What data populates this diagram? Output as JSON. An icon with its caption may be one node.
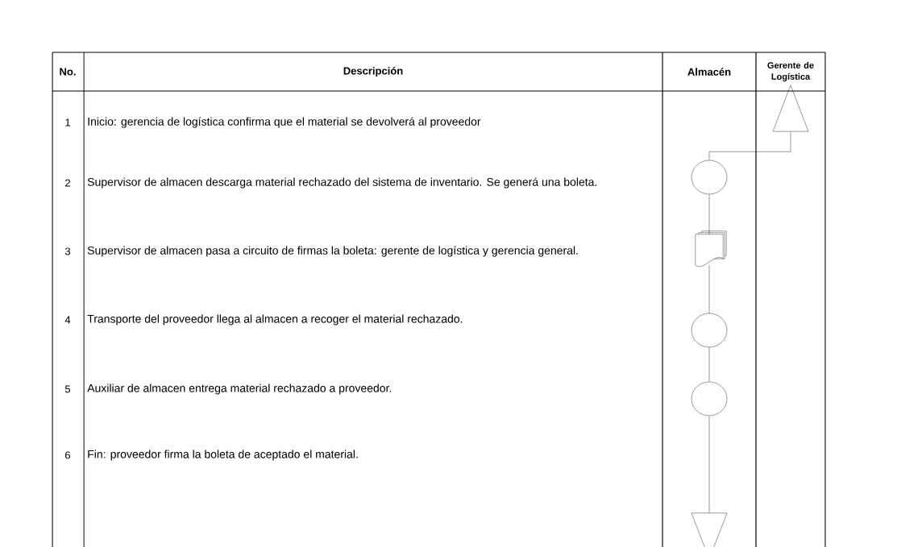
{
  "diagram": {
    "nodes": [
      {
        "text": [],
        "shape": "triangle"
      },
      {
        "text": [],
        "shape": "circle"
      },
      {
        "text": [],
        "shape": "document"
      },
      {
        "text": [],
        "shape": "circle"
      },
      {
        "text": [],
        "shape": "circle"
      },
      {
        "text": [],
        "shape": "triangle"
      }
    ],
    "edges": [
      {
        "from": 0,
        "to": 1,
        "arrow": "none"
      },
      {
        "from": 1,
        "to": 2,
        "arrow": "none"
      },
      {
        "from": 2,
        "to": 3,
        "arrow": "none"
      },
      {
        "from": 3,
        "to": 4,
        "arrow": "none"
      },
      {
        "from": 4,
        "to": 5,
        "arrow": "none"
      }
    ],
    "labels": [
      "No.",
      "Descripción",
      "Almacén",
      "Gerente de Logística",
      "1",
      "Inicio: gerencia de logística confirma que el material se devolverá al proveedor",
      "2",
      "Supervisor de almacen descarga material rechazado del sistema de inventario. Se generá una boleta.",
      "3",
      "Supervisor de almacen pasa a circuito de firmas la boleta: gerente de logística y gerencia general.",
      "4",
      "Transporte del proveedor llega al almacen a recoger el material rechazado.",
      "5",
      "Auxiliar de almacen entrega material rechazado a proveedor.",
      "6",
      "Fin: proveedor firma la boleta de aceptado el material."
    ]
  }
}
